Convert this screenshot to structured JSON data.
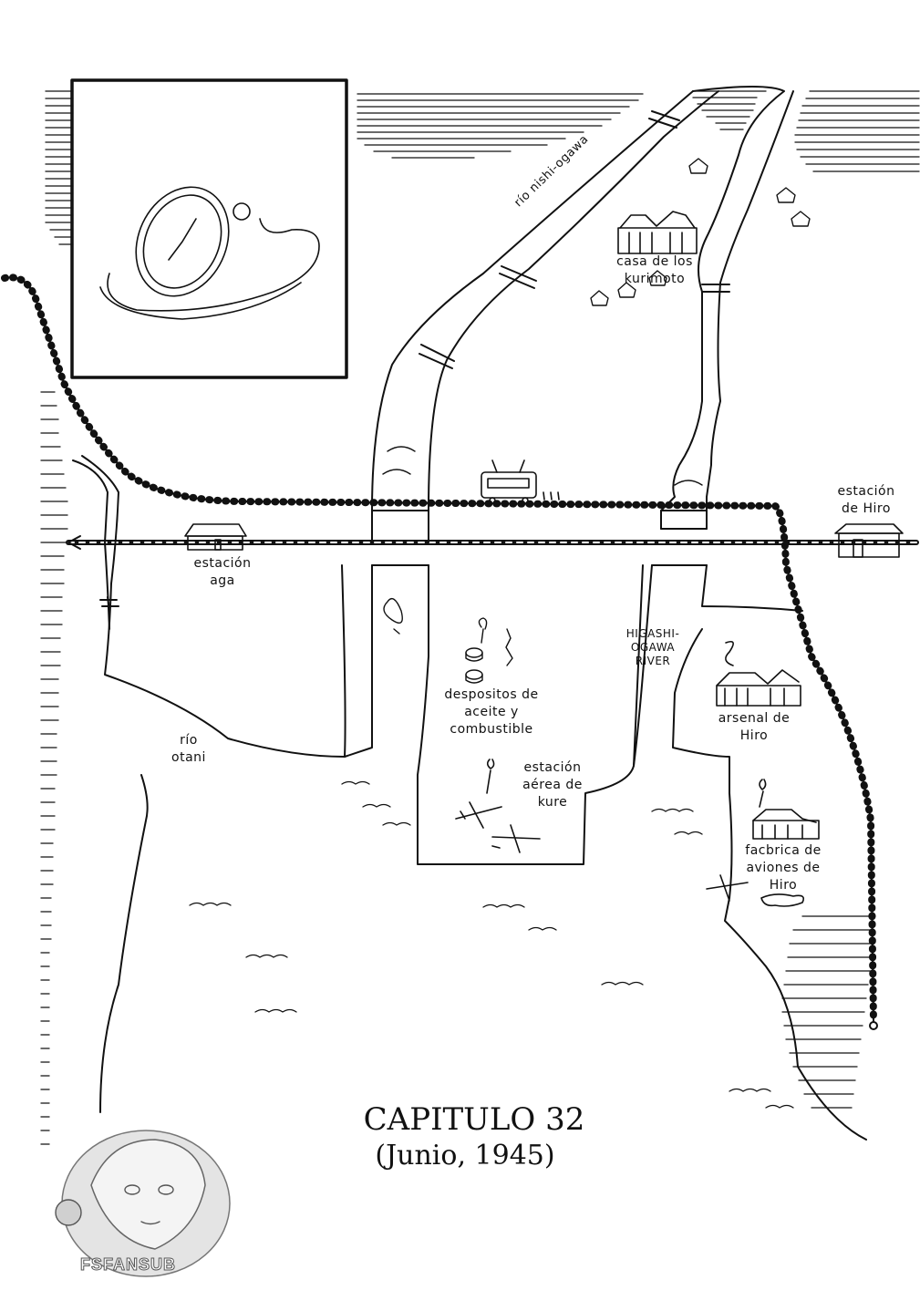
{
  "map": {
    "labels": {
      "rio_nishi_ogawa": "río nishi-ogawa",
      "casa_kurimoto": "casa de los\nkurimoto",
      "estacion_hiro": "estación\nde Hiro",
      "estacion_aga": "estación\naga",
      "higashi_ogawa": "HIGASHI-\nOGAWA\nRIVER",
      "depositos": "despositos de\naceite y\ncombustible",
      "arsenal": "arsenal de\nHiro",
      "rio_otani": "río\notani",
      "estacion_aerea": "estación\naérea de\nkure",
      "fabrica": "facbrica de\naviones de\nHiro"
    },
    "icons": [
      "pocket-watch-icon",
      "train-car-icon",
      "house-icon",
      "station-icon",
      "airplane-icon",
      "tank-icon",
      "factory-icon"
    ]
  },
  "title": {
    "chapter": "CAPITULO 32",
    "date": "(Junio, 1945)"
  },
  "watermark": {
    "text": "FSFANSUB"
  }
}
